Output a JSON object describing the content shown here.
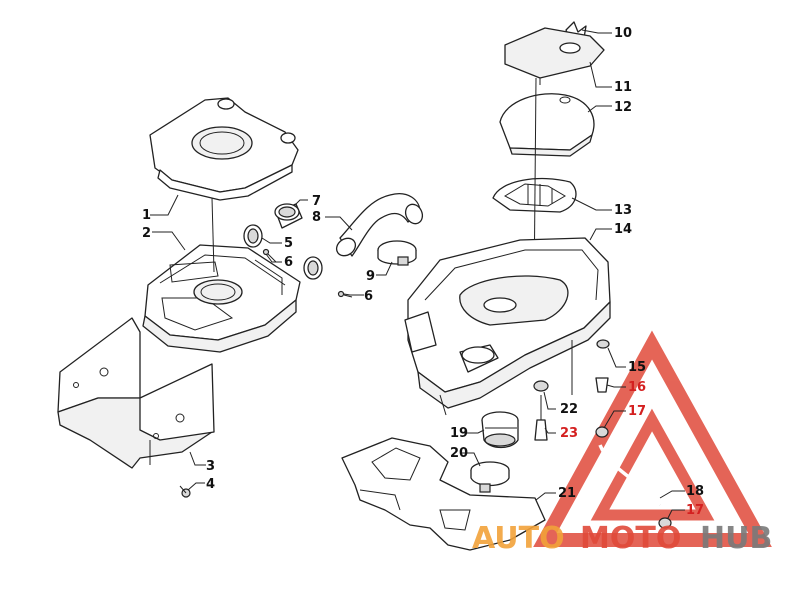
{
  "callouts": {
    "c1": "1",
    "c2": "2",
    "c3": "3",
    "c4": "4",
    "c5": "5",
    "c6a": "6",
    "c6b": "6",
    "c7": "7",
    "c8": "8",
    "c9": "9",
    "c10": "10",
    "c11": "11",
    "c12": "12",
    "c13": "13",
    "c14": "14",
    "c15": "15",
    "c16": "16",
    "c17a": "17",
    "c17b": "17",
    "c18": "18",
    "c19": "19",
    "c20": "20",
    "c21": "21",
    "c22": "22",
    "c23": "23"
  },
  "watermark": {
    "brand_left": "AUTO",
    "brand_mid": "MOTO",
    "brand_right": "HUB"
  },
  "colors": {
    "line": "#222222",
    "watermark_red": "#e04a3a",
    "watermark_orange": "#f2a23a",
    "watermark_gray": "#7a7a7a"
  }
}
